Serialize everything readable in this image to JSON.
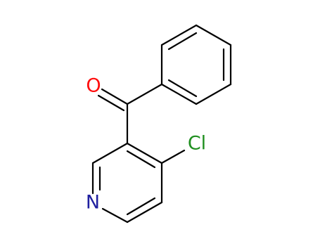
{
  "molecule": {
    "atoms": {
      "oxygen": {
        "symbol": "O",
        "color": "#ff0d0d"
      },
      "chlorine": {
        "symbol": "Cl",
        "color": "#1f8f1f"
      },
      "nitrogen": {
        "symbol": "N",
        "color": "#2020a0"
      }
    }
  }
}
